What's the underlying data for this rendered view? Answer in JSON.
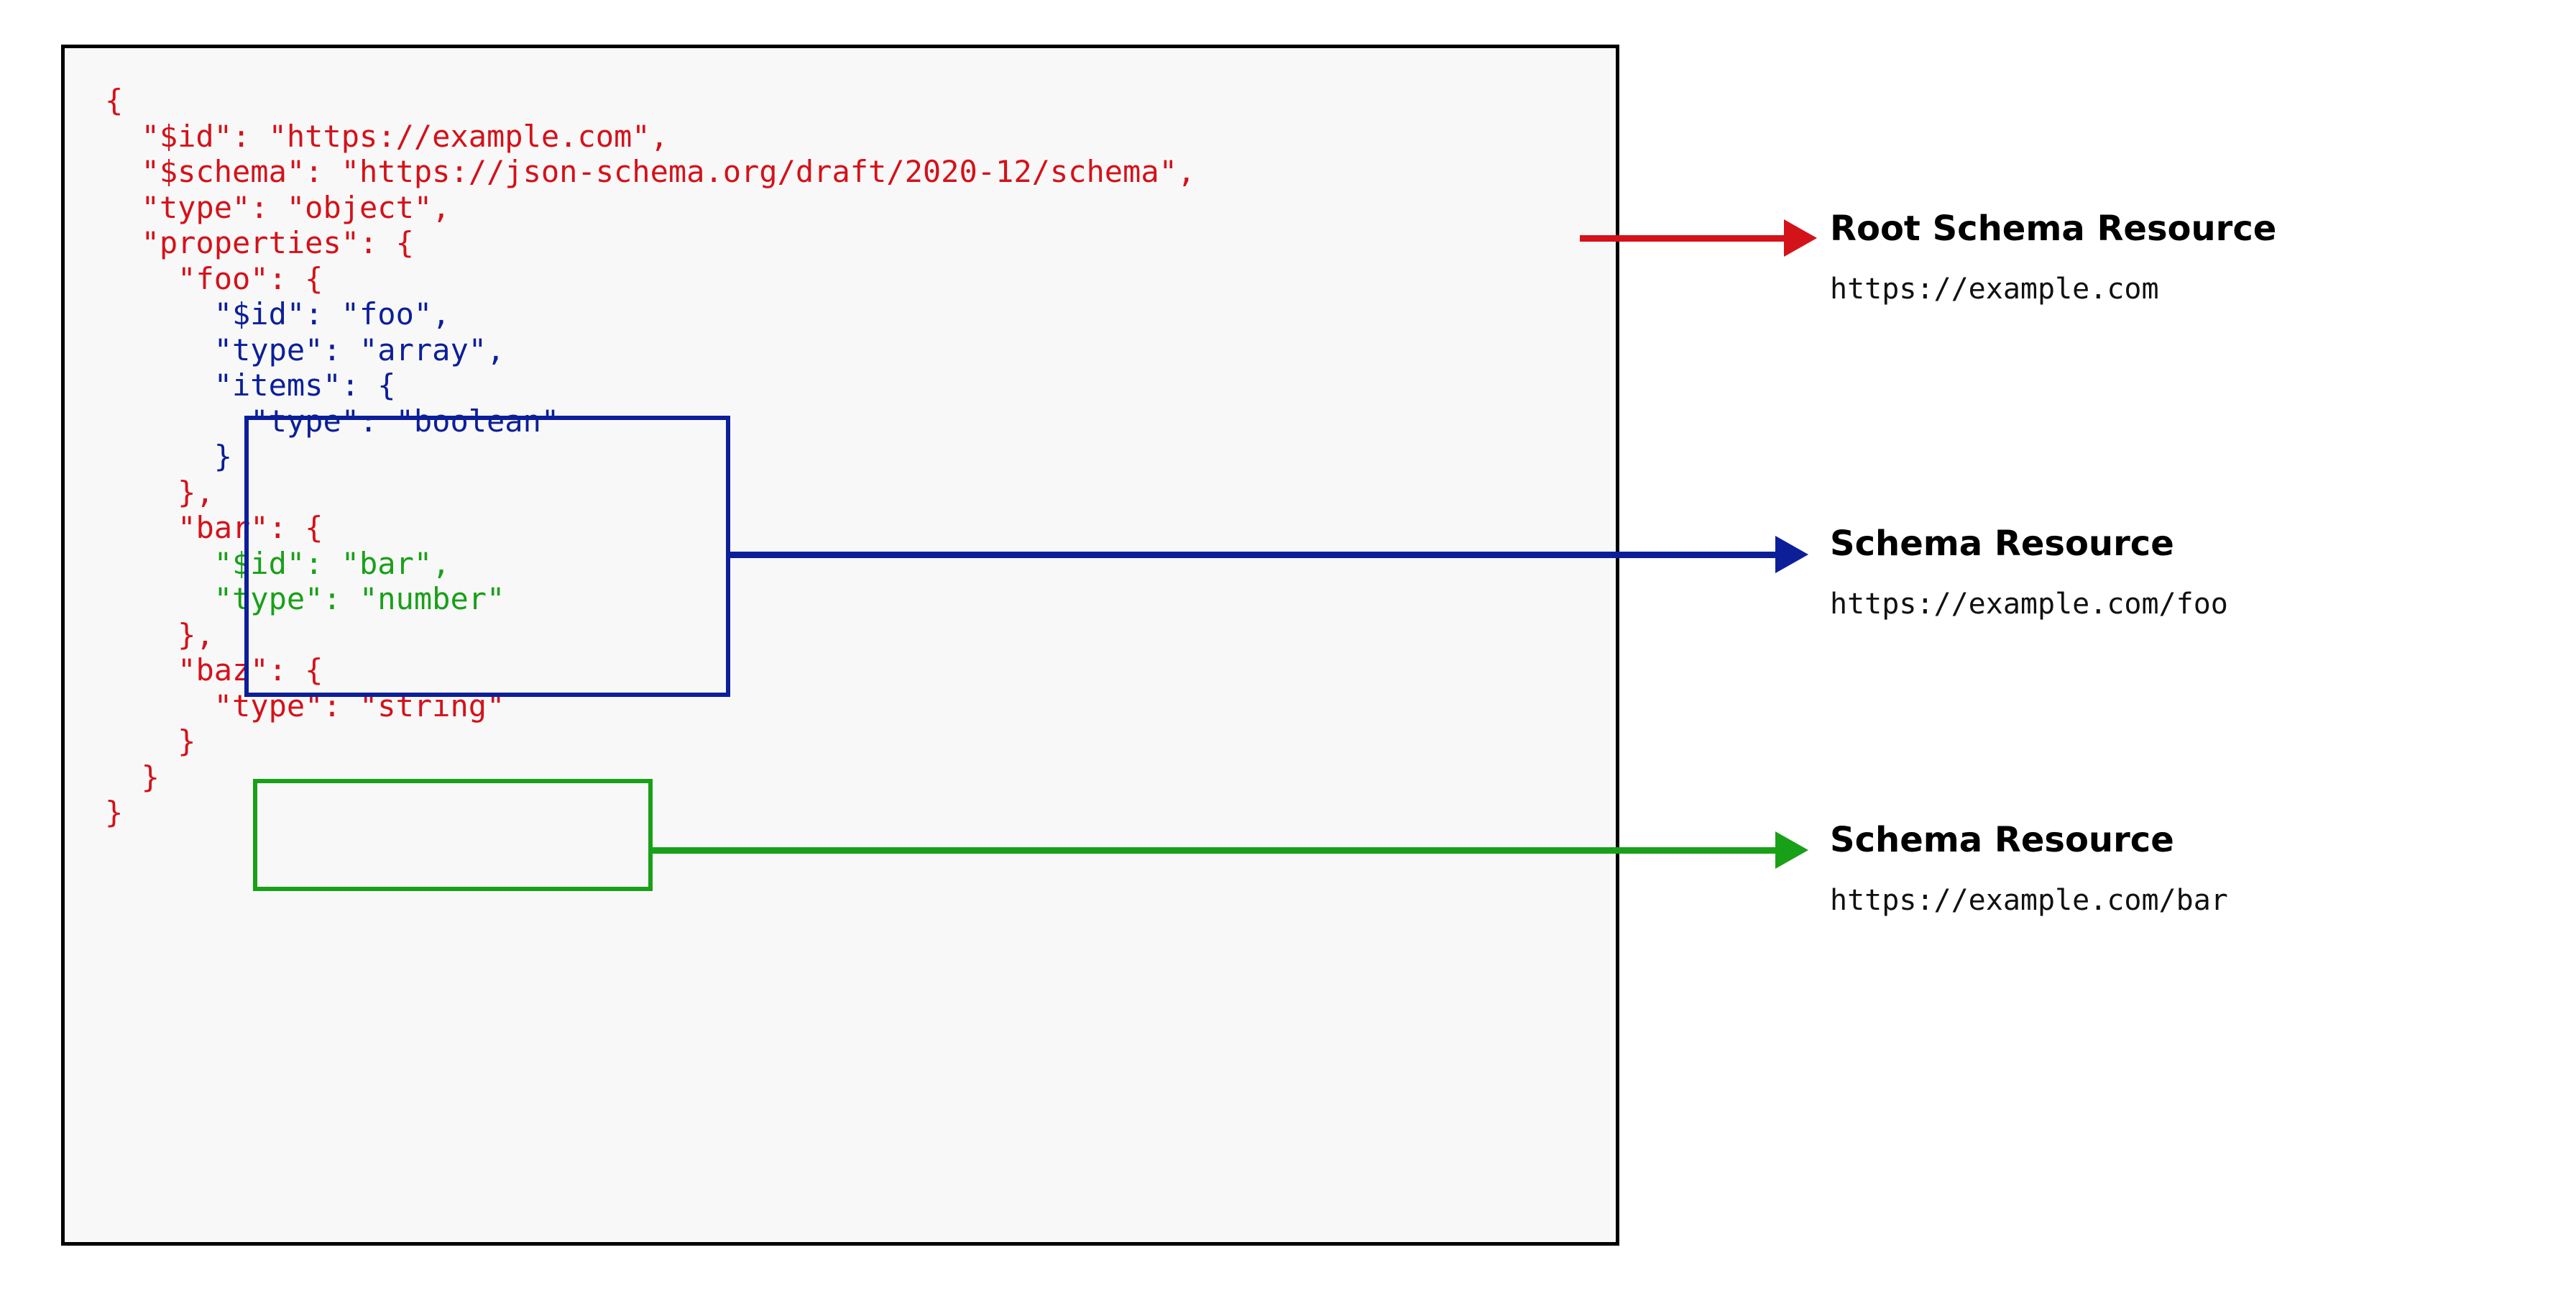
{
  "code_panel": {
    "lines": [
      {
        "indent": 0,
        "segments": [
          {
            "text": "{",
            "color": "red"
          }
        ]
      },
      {
        "indent": 1,
        "segments": [
          {
            "text": "\"$id\": \"https://example.com\",",
            "color": "red"
          }
        ]
      },
      {
        "indent": 1,
        "segments": [
          {
            "text": "\"$schema\": \"https://json-schema.org/draft/2020-12/schema\",",
            "color": "red"
          }
        ]
      },
      {
        "indent": 1,
        "segments": [
          {
            "text": "\"type\": \"object\",",
            "color": "red"
          }
        ]
      },
      {
        "indent": 1,
        "segments": [
          {
            "text": "\"properties\": {",
            "color": "red"
          }
        ]
      },
      {
        "indent": 2,
        "segments": [
          {
            "text": "\"foo\": {",
            "color": "red"
          }
        ]
      },
      {
        "indent": 3,
        "segments": [
          {
            "text": "\"$id\": \"foo\",",
            "color": "blue"
          }
        ]
      },
      {
        "indent": 3,
        "segments": [
          {
            "text": "\"type\": \"array\",",
            "color": "blue"
          }
        ]
      },
      {
        "indent": 3,
        "segments": [
          {
            "text": "\"items\": {",
            "color": "blue"
          }
        ]
      },
      {
        "indent": 4,
        "segments": [
          {
            "text": "\"type\": \"boolean\"",
            "color": "blue"
          }
        ]
      },
      {
        "indent": 3,
        "segments": [
          {
            "text": "}",
            "color": "blue"
          }
        ]
      },
      {
        "indent": 2,
        "segments": [
          {
            "text": "},",
            "color": "red"
          }
        ]
      },
      {
        "indent": 2,
        "segments": [
          {
            "text": "\"bar\": {",
            "color": "red"
          }
        ]
      },
      {
        "indent": 3,
        "segments": [
          {
            "text": "\"$id\": \"bar\",",
            "color": "green"
          }
        ]
      },
      {
        "indent": 3,
        "segments": [
          {
            "text": "\"type\": \"number\"",
            "color": "green"
          }
        ]
      },
      {
        "indent": 2,
        "segments": [
          {
            "text": "},",
            "color": "red"
          }
        ]
      },
      {
        "indent": 2,
        "segments": [
          {
            "text": "\"baz\": {",
            "color": "red"
          }
        ]
      },
      {
        "indent": 3,
        "segments": [
          {
            "text": "\"type\": \"string\"",
            "color": "red"
          }
        ]
      },
      {
        "indent": 2,
        "segments": [
          {
            "text": "}",
            "color": "red"
          }
        ]
      },
      {
        "indent": 1,
        "segments": [
          {
            "text": "}",
            "color": "red"
          }
        ]
      },
      {
        "indent": 0,
        "segments": [
          {
            "text": "}",
            "color": "red"
          }
        ]
      }
    ],
    "raw_text": "{\n  \"$id\": \"https://example.com\",\n  \"$schema\": \"https://json-schema.org/draft/2020-12/schema\",\n  \"type\": \"object\",\n  \"properties\": {\n    \"foo\": {\n      \"$id\": \"foo\",\n      \"type\": \"array\",\n      \"items\": {\n        \"type\": \"boolean\"\n      }\n    },\n    \"bar\": {\n      \"$id\": \"bar\",\n      \"type\": \"number\"\n    },\n    \"baz\": {\n      \"type\": \"string\"\n    }\n  }\n}"
  },
  "highlights": [
    {
      "name": "foo-schema-resource",
      "color": "#0c1f99"
    },
    {
      "name": "bar-schema-resource",
      "color": "#19a019"
    }
  ],
  "annotations": [
    {
      "id": "root",
      "title": "Root Schema Resource",
      "url": "https://example.com",
      "color": "#d4121a"
    },
    {
      "id": "foo",
      "title": "Schema Resource",
      "url": "https://example.com/foo",
      "color": "#0c1f99"
    },
    {
      "id": "bar",
      "title": "Schema Resource",
      "url": "https://example.com/bar",
      "color": "#19a019"
    }
  ],
  "colors": {
    "red": "#d4121a",
    "blue": "#0c1f99",
    "green": "#19a019",
    "panel_background": "#f8f8f8",
    "panel_border": "#000000",
    "page_background": "#ffffff",
    "text": "#000000"
  }
}
